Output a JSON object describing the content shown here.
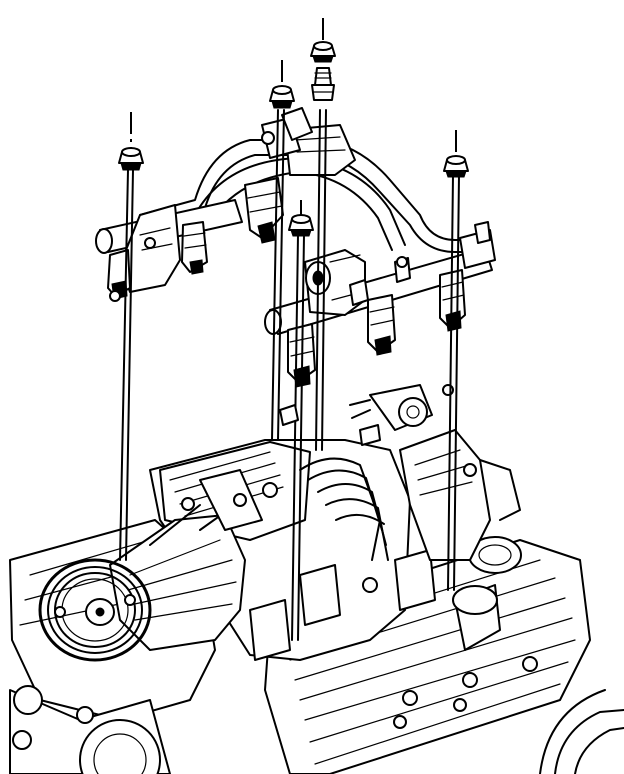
{
  "diagram": {
    "kind": "exploded-assembly-line-drawing",
    "colors": {
      "ink": "#000000",
      "paper": "#ffffff"
    },
    "fasteners": [
      {
        "id": "nut-left"
      },
      {
        "id": "nut-center-left"
      },
      {
        "id": "nut-top"
      },
      {
        "id": "nut-center"
      },
      {
        "id": "nut-right"
      }
    ],
    "injectors": [
      {
        "id": "injector-1"
      },
      {
        "id": "injector-2"
      },
      {
        "id": "injector-3"
      },
      {
        "id": "injector-4"
      },
      {
        "id": "injector-5"
      },
      {
        "id": "injector-6"
      }
    ]
  }
}
